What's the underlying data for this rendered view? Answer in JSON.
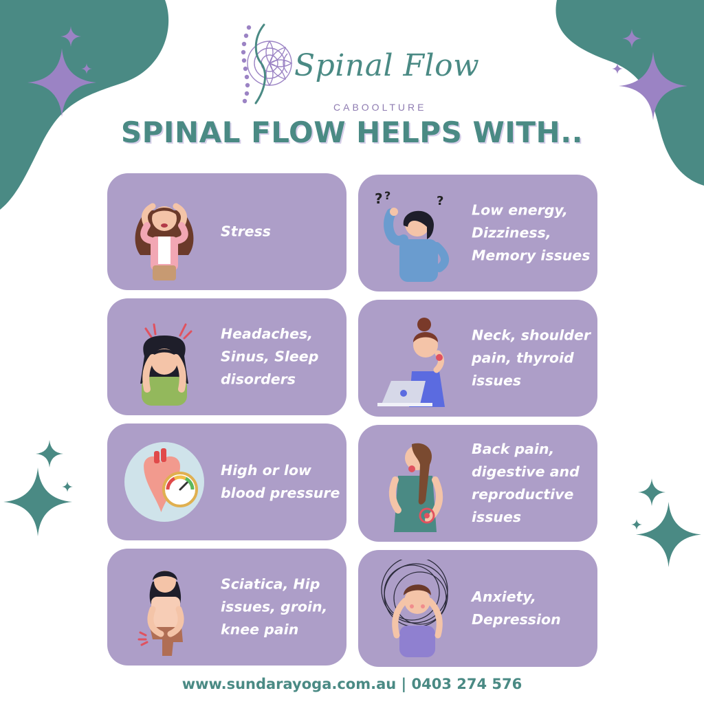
{
  "brand": {
    "name": "Spinal Flow",
    "location": "CABOOLTURE",
    "accent_color": "#4a8a84",
    "secondary_color": "#8e7bb1",
    "card_color": "#ad9ec8"
  },
  "headline": "SPINAL FLOW HELPS WITH..",
  "cards": [
    {
      "label": "Stress",
      "icon": "stressed-woman-icon"
    },
    {
      "label": "Low energy, Dizziness, Memory issues",
      "icon": "confused-woman-icon"
    },
    {
      "label": "Headaches, Sinus, Sleep disorders",
      "icon": "headache-woman-icon"
    },
    {
      "label": "Neck, shoulder pain, thyroid issues",
      "icon": "neck-pain-woman-icon"
    },
    {
      "label": "High or low blood pressure",
      "icon": "heart-gauge-icon"
    },
    {
      "label": "Back pain, digestive and reproductive issues",
      "icon": "back-pain-woman-icon"
    },
    {
      "label": "Sciatica, Hip issues, groin, knee pain",
      "icon": "knee-pain-woman-icon"
    },
    {
      "label": "Anxiety, Depression",
      "icon": "anxious-man-icon"
    }
  ],
  "footer": {
    "text": "www.sundarayoga.com.au | 0403 274 576"
  }
}
